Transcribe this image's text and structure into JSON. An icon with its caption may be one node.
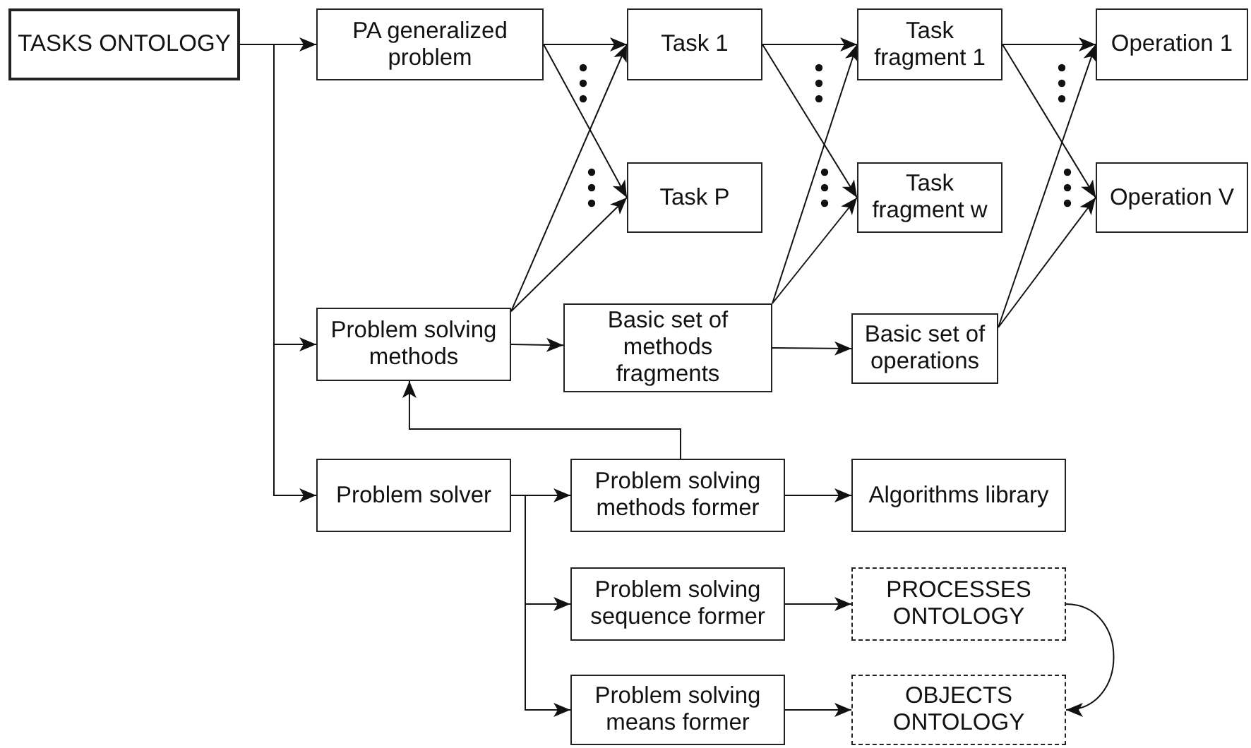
{
  "diagram": {
    "nodes": [
      {
        "text": [
          "TASKS ONTOLOGY"
        ]
      },
      {
        "text": [
          "PA generalized problem"
        ]
      },
      {
        "text": [
          "Task 1"
        ]
      },
      {
        "text": [
          "Task P"
        ]
      },
      {
        "text": [
          "Task fragment 1"
        ]
      },
      {
        "text": [
          "Task fragment w"
        ]
      },
      {
        "text": [
          "Operation 1"
        ]
      },
      {
        "text": [
          "Operation V"
        ]
      },
      {
        "text": [
          "Problem solving methods"
        ]
      },
      {
        "text": [
          "Basic set of methods fragments"
        ]
      },
      {
        "text": [
          "Basic set of operations"
        ]
      },
      {
        "text": [
          "Problem solver"
        ]
      },
      {
        "text": [
          "Problem solving methods former"
        ]
      },
      {
        "text": [
          "Algorithms library"
        ]
      },
      {
        "text": [
          "Problem solving sequence former"
        ]
      },
      {
        "text": [
          "PROCESSES ONTOLOGY"
        ]
      },
      {
        "text": [
          "Problem solving means former"
        ]
      },
      {
        "text": [
          "OBJECTS ONTOLOGY"
        ]
      }
    ],
    "edges": [
      {
        "from": 0,
        "to": 1,
        "arrow": "to"
      },
      {
        "from": 0,
        "to": 8,
        "arrow": "to"
      },
      {
        "from": 0,
        "to": 11,
        "arrow": "to"
      },
      {
        "from": 1,
        "to": 2,
        "arrow": "to"
      },
      {
        "from": 1,
        "to": 3,
        "arrow": "to"
      },
      {
        "from": 8,
        "to": 2,
        "arrow": "to"
      },
      {
        "from": 8,
        "to": 3,
        "arrow": "to"
      },
      {
        "from": 8,
        "to": 9,
        "arrow": "to"
      },
      {
        "from": 2,
        "to": 4,
        "arrow": "to"
      },
      {
        "from": 2,
        "to": 5,
        "arrow": "to"
      },
      {
        "from": 9,
        "to": 4,
        "arrow": "to"
      },
      {
        "from": 9,
        "to": 5,
        "arrow": "to"
      },
      {
        "from": 9,
        "to": 10,
        "arrow": "to"
      },
      {
        "from": 4,
        "to": 6,
        "arrow": "to"
      },
      {
        "from": 4,
        "to": 7,
        "arrow": "to"
      },
      {
        "from": 10,
        "to": 6,
        "arrow": "to"
      },
      {
        "from": 10,
        "to": 7,
        "arrow": "to"
      },
      {
        "from": 11,
        "to": 12,
        "arrow": "to"
      },
      {
        "from": 11,
        "to": 14,
        "arrow": "to"
      },
      {
        "from": 11,
        "to": 16,
        "arrow": "to"
      },
      {
        "from": 12,
        "to": 8,
        "arrow": "to"
      },
      {
        "from": 12,
        "to": 13,
        "arrow": "to"
      },
      {
        "from": 14,
        "to": 15,
        "arrow": "to"
      },
      {
        "from": 16,
        "to": 17,
        "arrow": "to"
      },
      {
        "from": 15,
        "to": 17,
        "arrow": "to"
      }
    ]
  }
}
